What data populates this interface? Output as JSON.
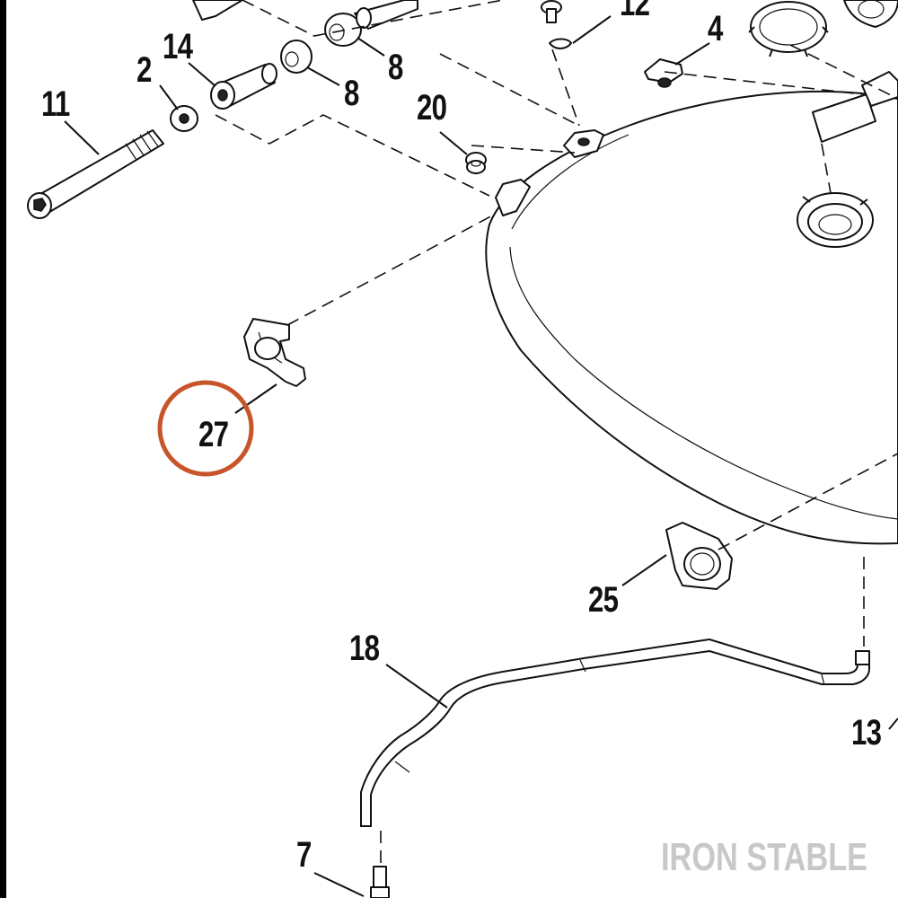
{
  "callouts": {
    "c11": "11",
    "c2": "2",
    "c14": "14",
    "c8a": "8",
    "c8b": "8",
    "c20": "20",
    "c12": "12",
    "c4": "4",
    "c27": "27",
    "c25": "25",
    "c18": "18",
    "c13": "13",
    "c7": "7"
  },
  "highlighted_callout": "27",
  "watermark": "IRON STABLE",
  "colors": {
    "highlight_circle": "#c8552a",
    "watermark": "#c8c8c8",
    "ink": "#111111"
  }
}
